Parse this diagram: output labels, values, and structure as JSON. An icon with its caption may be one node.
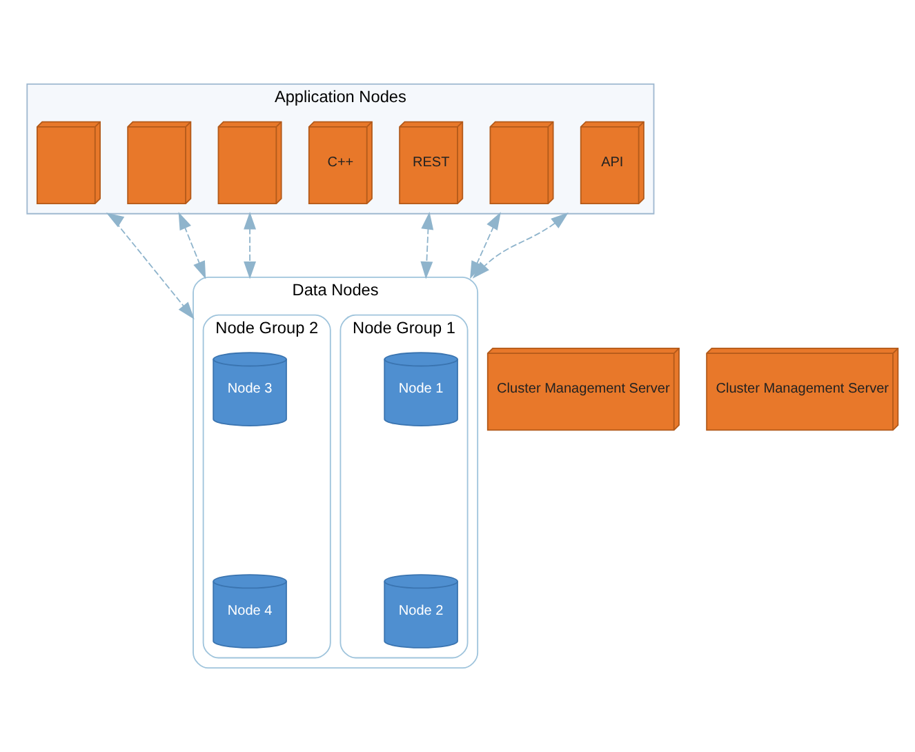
{
  "diagram": {
    "nodes": [
      {
        "text": [
          "Application Nodes"
        ]
      },
      {
        "text": [
          "C++"
        ],
        "in": 0
      },
      {
        "text": [
          "API"
        ],
        "in": 0
      },
      {
        "text": [],
        "shape": "server",
        "in": 0
      },
      {
        "text": [
          "REST"
        ],
        "in": 0
      },
      {
        "text": [],
        "shape": "server",
        "in": 0
      },
      {
        "text": [],
        "shape": "server",
        "in": 0
      },
      {
        "text": [],
        "shape": "server",
        "in": 0
      },
      {
        "text": [
          "Cluster Management Server"
        ]
      },
      {
        "text": [
          "Data Nodes"
        ]
      },
      {
        "text": [
          "Node Group 1"
        ],
        "in": 9
      },
      {
        "text": [
          "Node 1"
        ],
        "in": 10
      },
      {
        "text": [
          "Node 2"
        ],
        "in": 10
      },
      {
        "text": [
          "Node Group 2"
        ],
        "in": 9
      },
      {
        "text": [
          "Node 3"
        ],
        "in": 13
      },
      {
        "text": [
          "Node 4"
        ],
        "in": 13
      },
      {
        "text": [
          "Cluster Management Server"
        ]
      }
    ],
    "edges": [
      {
        "from": 0,
        "to": 9,
        "arrow": "both",
        "style": "dashed"
      },
      {
        "from": 0,
        "to": 9,
        "arrow": "both",
        "style": "dashed"
      },
      {
        "from": 0,
        "to": 9,
        "arrow": "both",
        "style": "dashed"
      },
      {
        "from": 0,
        "to": 9,
        "arrow": "both",
        "style": "dashed"
      },
      {
        "from": 0,
        "to": 9,
        "arrow": "both",
        "style": "dashed"
      },
      {
        "from": 0,
        "to": 9,
        "arrow": "both",
        "style": "dashed"
      }
    ]
  }
}
